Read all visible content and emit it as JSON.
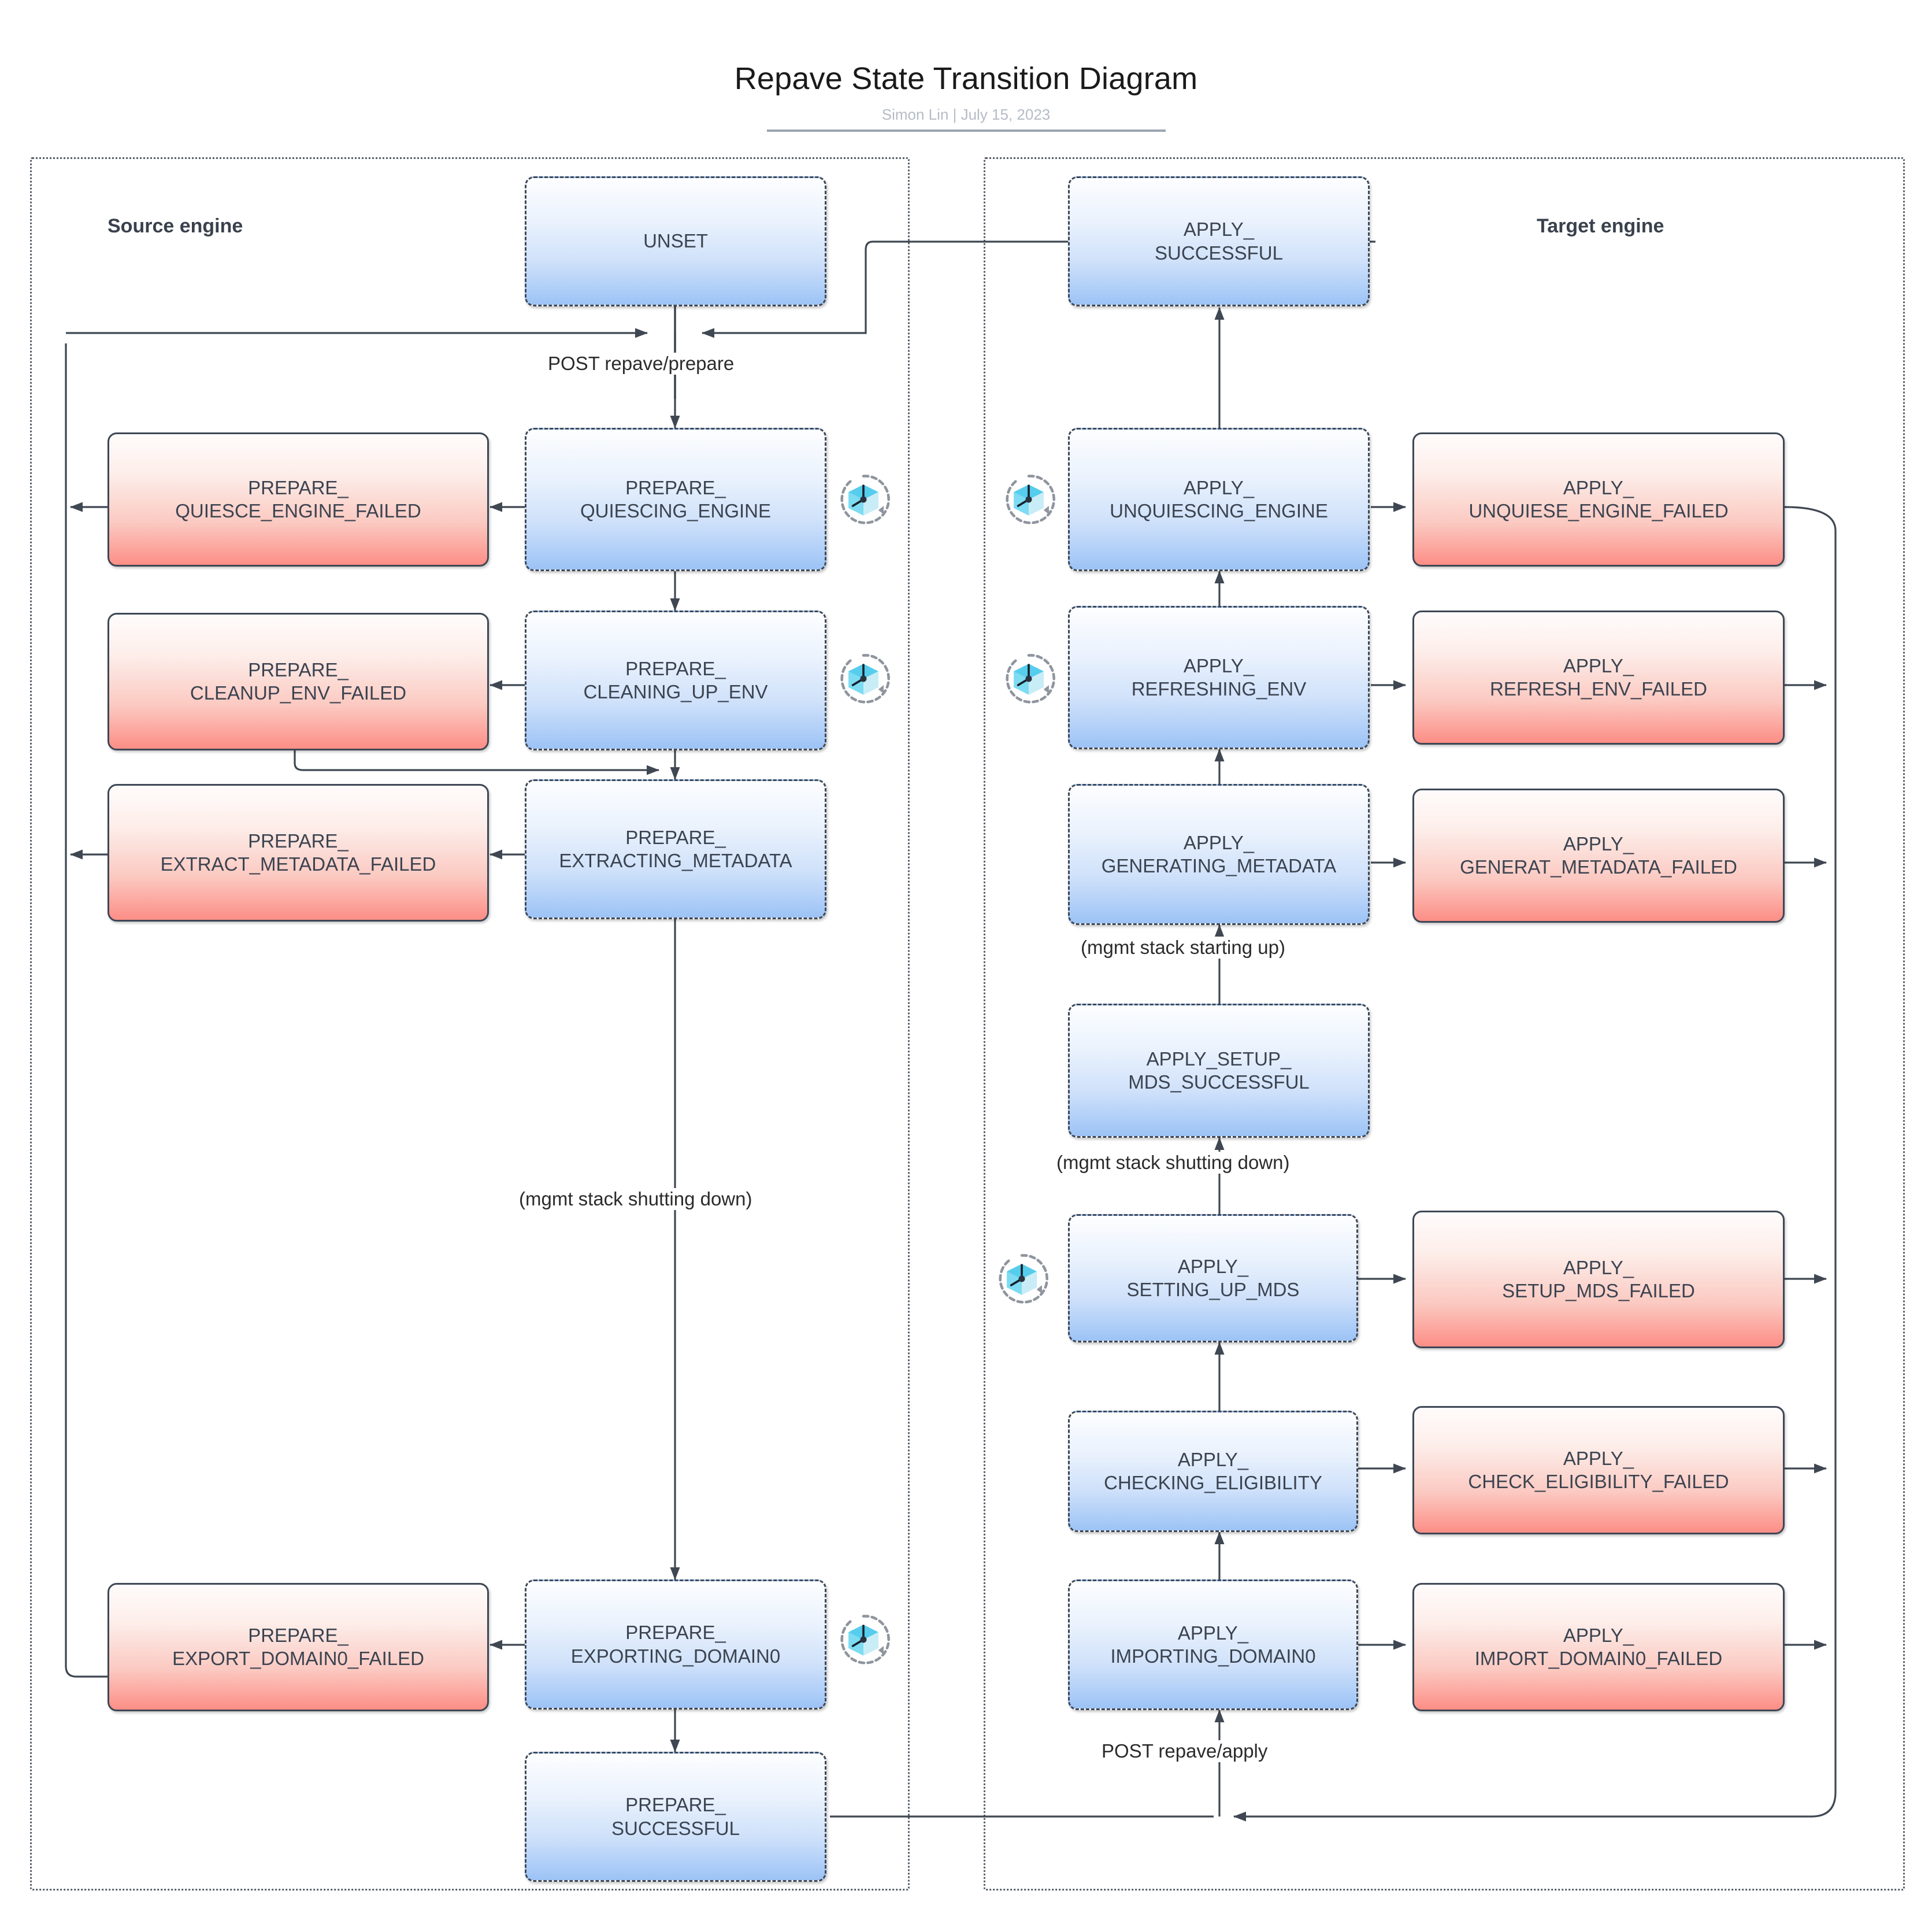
{
  "header": {
    "title": "Repave State Transition Diagram",
    "subtitle": "Simon Lin  |  July 15, 2023"
  },
  "panels": {
    "source": {
      "title": "Source engine"
    },
    "target": {
      "title": "Target engine"
    }
  },
  "colors": {
    "blue_fill_top": "#fdfeff",
    "blue_fill_bottom": "#9cc3f6",
    "red_fill_top": "#fffcfb",
    "red_fill_bottom": "#fc8e86",
    "border": "#3e4755",
    "edge": "#3f4752",
    "panel_border": "#555d66",
    "timer_cyan": "#3fc6e8",
    "subtitle": "#b5bcc6"
  },
  "nodes": {
    "unset": "UNSET",
    "prepare_quiescing_engine": "PREPARE_\nQUIESCING_ENGINE",
    "prepare_quiesce_engine_failed": "PREPARE_\nQUIESCE_ENGINE_FAILED",
    "prepare_cleaning_up_env": "PREPARE_\nCLEANING_UP_ENV",
    "prepare_cleanup_env_failed": "PREPARE_\nCLEANUP_ENV_FAILED",
    "prepare_extracting_metadata": "PREPARE_\nEXTRACTING_METADATA",
    "prepare_extract_metadata_failed": "PREPARE_\nEXTRACT_METADATA_FAILED",
    "prepare_exporting_domain0": "PREPARE_\nEXPORTING_DOMAIN0",
    "prepare_export_domain0_failed": "PREPARE_\nEXPORT_DOMAIN0_FAILED",
    "prepare_successful": "PREPARE_\nSUCCESSFUL",
    "apply_successful": "APPLY_\nSUCCESSFUL",
    "apply_unquiescing_engine": "APPLY_\nUNQUIESCING_ENGINE",
    "apply_unquiese_engine_failed": "APPLY_\nUNQUIESE_ENGINE_FAILED",
    "apply_refreshing_env": "APPLY_\nREFRESHING_ENV",
    "apply_refresh_env_failed": "APPLY_\nREFRESH_ENV_FAILED",
    "apply_generating_metadata": "APPLY_\nGENERATING_METADATA",
    "apply_generat_metadata_failed": "APPLY_\nGENERAT_METADATA_FAILED",
    "apply_setup_mds_successful": "APPLY_SETUP_\nMDS_SUCCESSFUL",
    "apply_setting_up_mds": "APPLY_\nSETTING_UP_MDS",
    "apply_setup_mds_failed": "APPLY_\nSETUP_MDS_FAILED",
    "apply_checking_eligibility": "APPLY_\nCHECKING_ELIGIBILITY",
    "apply_check_eligibility_failed": "APPLY_\nCHECK_ELIGIBILITY_FAILED",
    "apply_importing_domain0": "APPLY_\nIMPORTING_DOMAIN0",
    "apply_import_domain0_failed": "APPLY_\nIMPORT_DOMAIN0_FAILED"
  },
  "edge_labels": {
    "post_repave_prepare": "POST repave/prepare",
    "mgmt_stack_shutting_down_source": "(mgmt stack shutting down)",
    "mgmt_stack_starting_up": "(mgmt stack starting up)",
    "mgmt_stack_shutting_down_target": "(mgmt stack shutting down)",
    "post_repave_apply": "POST repave/apply"
  },
  "icons": {
    "timer": "timer-cube-icon"
  }
}
